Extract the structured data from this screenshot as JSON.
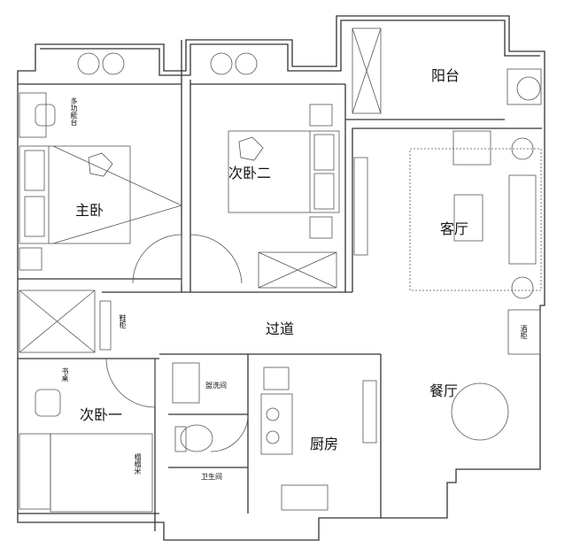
{
  "rooms": {
    "balcony": "阳台",
    "master_bedroom": "主卧",
    "second_bedroom_2": "次卧二",
    "living_room": "客厅",
    "corridor": "过道",
    "dining_room": "餐厅",
    "second_bedroom_1": "次卧一",
    "kitchen": "厨房",
    "bathroom": "卫生间",
    "washroom": "盥洗间"
  },
  "furniture": {
    "multi_vanity": "多功能台",
    "desk": "书桌",
    "tatami": "榻榻米",
    "shoe_cabinet": "鞋柜",
    "wine_cabinet": "酒柜"
  },
  "colors": {
    "line": "#333333",
    "background": "#ffffff"
  }
}
